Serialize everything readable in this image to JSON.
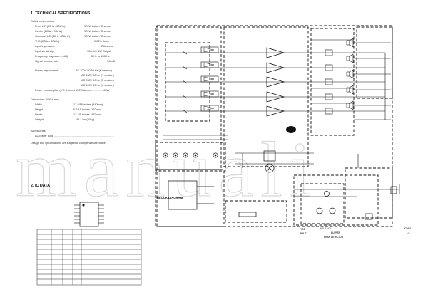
{
  "watermark": "manuali",
  "section1": {
    "title": "1. TECHNICAL SPECIFICATIONS",
    "rated_power": "Rated power output",
    "specs": [
      {
        "label": "Front L/R (20Hz - 20kHz)",
        "value": "170W 8ohm / Channel"
      },
      {
        "label": "Center (20Hz - 20kHz)",
        "value": "170W 8ohm / Channel"
      },
      {
        "label": "Surround L/R (20Hz - 20kHz)",
        "value": "170W 8ohm / Channel"
      },
      {
        "label": "THD (20Hz - 20kHz)",
        "value": "0.03% 8ohm"
      },
      {
        "label": "Input impedance",
        "value": "20k ohms"
      },
      {
        "label": "Input sensitivity",
        "value": "100mV / 1W Output"
      },
      {
        "label": "Frequency response (-1dB)",
        "value": "5 Hz to 100kHz"
      },
      {
        "label": "Signal to noise ratio",
        "value": "100dB"
      }
    ],
    "power_requirement_label": "Power requirement",
    "power_requirement": [
      "AC 220V 50/60 Hz (K version)",
      "AC 230V 50 Hz (N version)",
      "AC 230V 50 Hz (E version)",
      "AC 120V 60 Hz (U version)"
    ],
    "power_consumption": "Power consumption (L/R channel 100W driven) ............ 400W",
    "dimensions_title": "Dimensions (W&H mm)",
    "dimensions": [
      {
        "label": "Width",
        "value": "17-5/16 inches (440mm)"
      },
      {
        "label": "Height",
        "value": "6-5/16 inches (160mm)"
      },
      {
        "label": "Depth",
        "value": "17-4/5 inches (452mm)"
      },
      {
        "label": "Weight",
        "value": "44.1 lbs (20kg)"
      }
    ],
    "accessories_title": "Accessories",
    "accessories": "AC power cord ............................................................................. 1",
    "disclaimer": "Design and specifications are subject to change without notice."
  },
  "section2": {
    "title": "2. IC DATA"
  },
  "schematic": {
    "block_diagram": "BLOCK DIAGRAM",
    "p501": "P501",
    "p501_sub": "INPUT",
    "p502": "P502",
    "p502_sub": "INPUT VOL",
    "buffer": "BUFFER",
    "peak_detector": "PEAK DETECTOR",
    "p704": "P704/1",
    "p704_sub": "MA"
  }
}
